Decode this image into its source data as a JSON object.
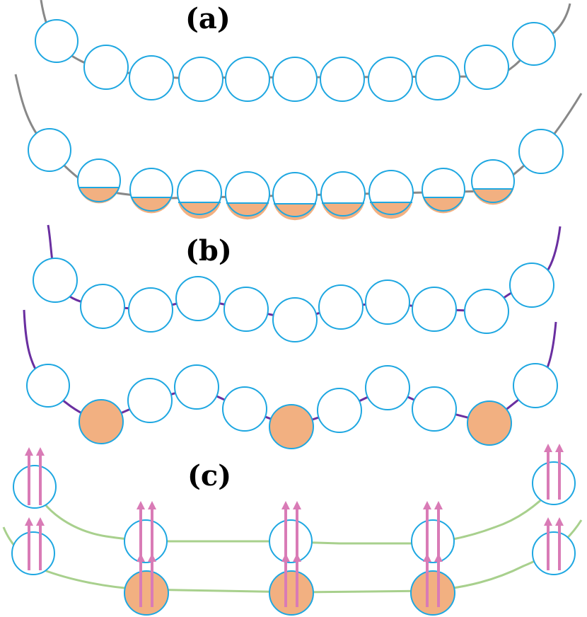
{
  "panels": {
    "a": {
      "label": "(a)"
    },
    "b": {
      "label": "(b)"
    },
    "c": {
      "label": "(c)"
    }
  },
  "colors": {
    "circle_stroke": "#1ea7e1",
    "fill_orange": "#f2b081",
    "chain_a": "#888888",
    "chain_b": "#6a2fa0",
    "chain_c": "#a8d08d",
    "spin_arrow": "#d97bb6"
  }
}
